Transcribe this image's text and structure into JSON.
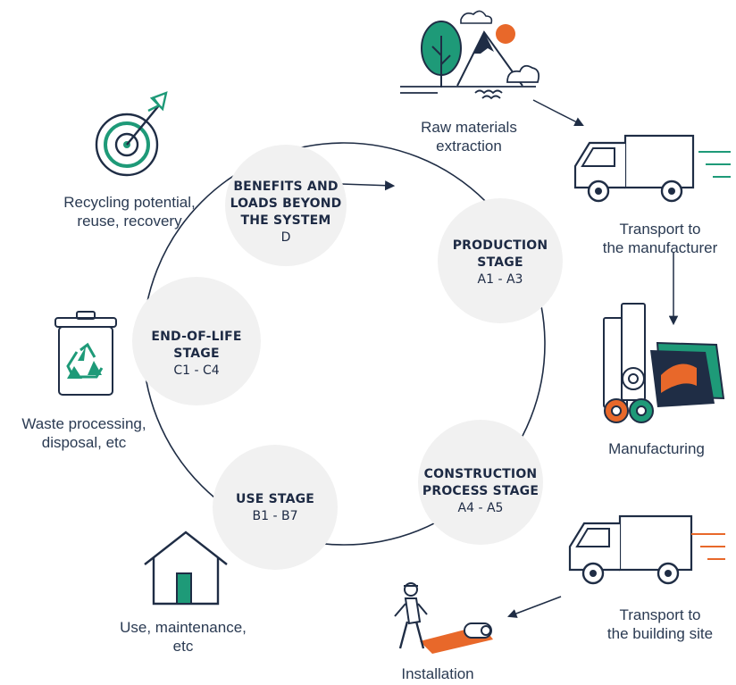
{
  "stages": {
    "benefits": {
      "title_line1": "BENEFITS AND",
      "title_line2": "LOADS BEYOND",
      "title_line3": "THE SYSTEM",
      "code": "D"
    },
    "production": {
      "title_line1": "PRODUCTION",
      "title_line2": "STAGE",
      "code": "A1 - A3"
    },
    "construction": {
      "title_line1": "CONSTRUCTION",
      "title_line2": "PROCESS STAGE",
      "code": "A4 -  A5"
    },
    "use": {
      "title_line1": "USE STAGE",
      "code": "B1 - B7"
    },
    "end_of_life": {
      "title_line1": "END-OF-LIFE",
      "title_line2": "STAGE",
      "code": "C1 - C4"
    }
  },
  "labels": {
    "raw_materials": {
      "line1": "Raw materials",
      "line2": "extraction"
    },
    "transport_manufacturer": {
      "line1": "Transport to",
      "line2": "the manufacturer"
    },
    "manufacturing": {
      "line1": "Manufacturing"
    },
    "transport_site": {
      "line1": "Transport to",
      "line2": "the building site"
    },
    "installation": {
      "line1": "Installation"
    },
    "use_maintenance": {
      "line1": "Use, maintenance,",
      "line2": "etc"
    },
    "waste": {
      "line1": "Waste processing,",
      "line2": "disposal, etc"
    },
    "recycling": {
      "line1": "Recycling potential,",
      "line2": "reuse, recovery"
    }
  },
  "icons": {
    "raw": "mountain-tree-icon",
    "truck_green": "delivery-truck-icon",
    "rolls": "material-rolls-icon",
    "truck_orange": "delivery-truck-icon",
    "installer": "worker-installing-icon",
    "house": "house-icon",
    "bin": "recycling-bin-icon",
    "target": "target-arrow-icon"
  },
  "colors": {
    "navy": "#1f2d45",
    "teal": "#1e9a78",
    "orange": "#e8682a",
    "circle": "#f1f1f1"
  }
}
